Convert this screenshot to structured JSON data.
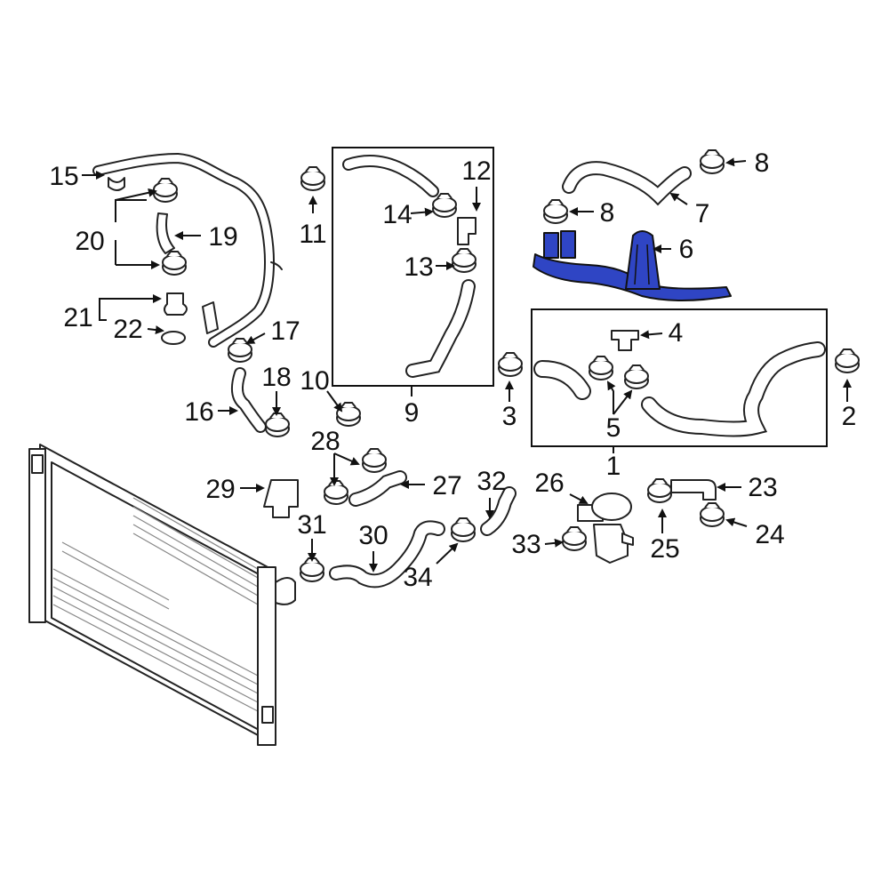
{
  "diagram": {
    "highlight_color": "#2f45c4",
    "highlighted_part": "6",
    "callouts": {
      "c1": "1",
      "c2": "2",
      "c3": "3",
      "c4": "4",
      "c5": "5",
      "c6": "6",
      "c7": "7",
      "c8a": "8",
      "c8b": "8",
      "c9": "9",
      "c10": "10",
      "c11": "11",
      "c12": "12",
      "c13": "13",
      "c14": "14",
      "c15": "15",
      "c16": "16",
      "c17": "17",
      "c18": "18",
      "c19": "19",
      "c20": "20",
      "c21": "21",
      "c22": "22",
      "c23": "23",
      "c24": "24",
      "c25": "25",
      "c26": "26",
      "c27": "27",
      "c28": "28",
      "c29": "29",
      "c30": "30",
      "c31": "31",
      "c32": "32",
      "c33": "33",
      "c34": "34"
    }
  }
}
